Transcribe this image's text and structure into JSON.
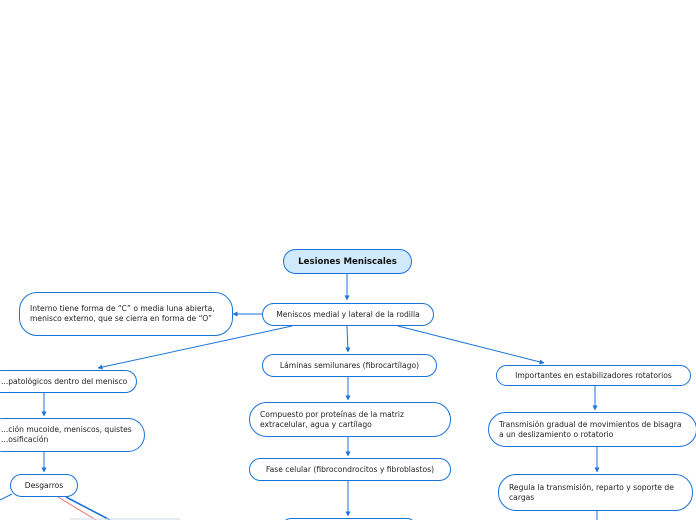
{
  "root": {
    "label": "Lesiones Meniscales"
  },
  "nodes": {
    "meniscos": "Meniscos medial y lateral de la rodilla",
    "interno": "Interno tiene forma de “C” o media luna abierta, menisco externo, que se cierra en forma de “O”",
    "laminas": "Láminas semilunares (fibrocartílago)",
    "compuesto": "Compuesto por proteínas de la matriz extracelular, agua y cartílago",
    "fase": "Fase celular (fibrocondrocitos y fibroblastos)",
    "patologicos": "...patológicos dentro del menisco",
    "degeneracion": "...ción mucoide,  meniscos, quistes ...osificación",
    "desgarros": "Desgarros",
    "importantes": "Importantes en estabilizadores rotatorios",
    "transmision": "Transmisión gradual de movimientos de bisagra a un deslizamiento o rotatorio",
    "regula": "Regula la transmisión, reparto y soporte de cargas"
  },
  "colors": {
    "border": "#1a73d9",
    "root_fill": "#cfeafc",
    "connector": "#1a73d9",
    "accent_connector": "#e8736b"
  }
}
